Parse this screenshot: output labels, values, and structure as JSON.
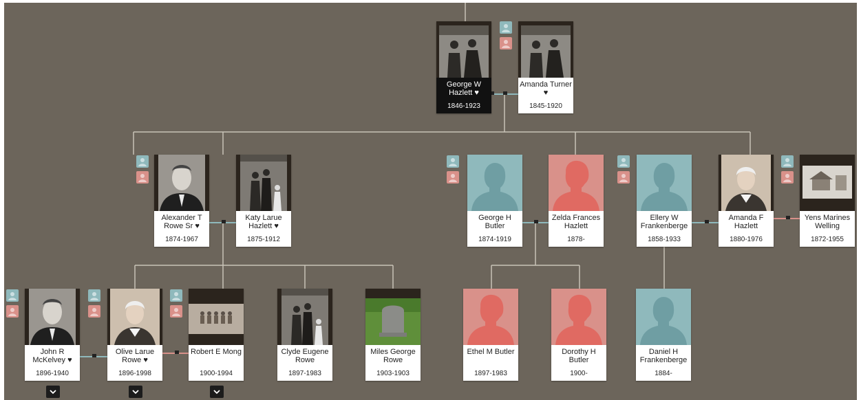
{
  "tree": {
    "people": [
      {
        "name": "George W Hazlett ♥",
        "dates": "1846-1923",
        "photo": "couple-photo",
        "selected": true
      },
      {
        "name": "Amanda Turner ♥",
        "dates": "1845-1920",
        "photo": "couple-photo"
      },
      {
        "name": "Alexander T Rowe Sr ♥",
        "dates": "1874-1967",
        "photo": "man-portrait-photo"
      },
      {
        "name": "Katy Larue Hazlett ♥",
        "dates": "1875-1912",
        "photo": "family-photo"
      },
      {
        "name": "George H Butler",
        "dates": "1874-1919",
        "photo": "male-silhouette"
      },
      {
        "name": "Zelda Frances Hazlett",
        "dates": "1878-",
        "photo": "female-silhouette"
      },
      {
        "name": "Ellery W Frankenberge",
        "dates": "1858-1933",
        "photo": "male-silhouette"
      },
      {
        "name": "Amanda F Hazlett",
        "dates": "1880-1976",
        "photo": "woman-portrait-photo"
      },
      {
        "name": "Yens Marines Welling",
        "dates": "1872-1955",
        "photo": "house-photo"
      },
      {
        "name": "John R McKelvey ♥",
        "dates": "1896-1940",
        "photo": "man-portrait-photo"
      },
      {
        "name": "Olive Larue Rowe ♥",
        "dates": "1896-1998",
        "photo": "woman-portrait-photo"
      },
      {
        "name": "Robert E Mong",
        "dates": "1900-1994",
        "photo": "group-photo"
      },
      {
        "name": "Clyde Eugene Rowe",
        "dates": "1897-1983",
        "photo": "family-photo"
      },
      {
        "name": "Miles George Rowe",
        "dates": "1903-1903",
        "photo": "headstone-photo"
      },
      {
        "name": "Ethel M Butler",
        "dates": "1897-1983",
        "photo": "female-silhouette"
      },
      {
        "name": "Dorothy H Butler",
        "dates": "1900-",
        "photo": "female-silhouette"
      },
      {
        "name": "Daniel H Frankenberge",
        "dates": "1884-",
        "photo": "male-silhouette"
      }
    ],
    "parent_buttons": [
      "male-parent-icon",
      "female-parent-icon"
    ],
    "expand_icon": "chevron-down-icon",
    "colors": {
      "background": "#6c655b",
      "line": "#c8c3b8",
      "male": "#8fb9bc",
      "female": "#d9918a",
      "male_silhouette": "#6f9ea3",
      "female_silhouette": "#e06a62",
      "selected_card": "#111111"
    }
  }
}
